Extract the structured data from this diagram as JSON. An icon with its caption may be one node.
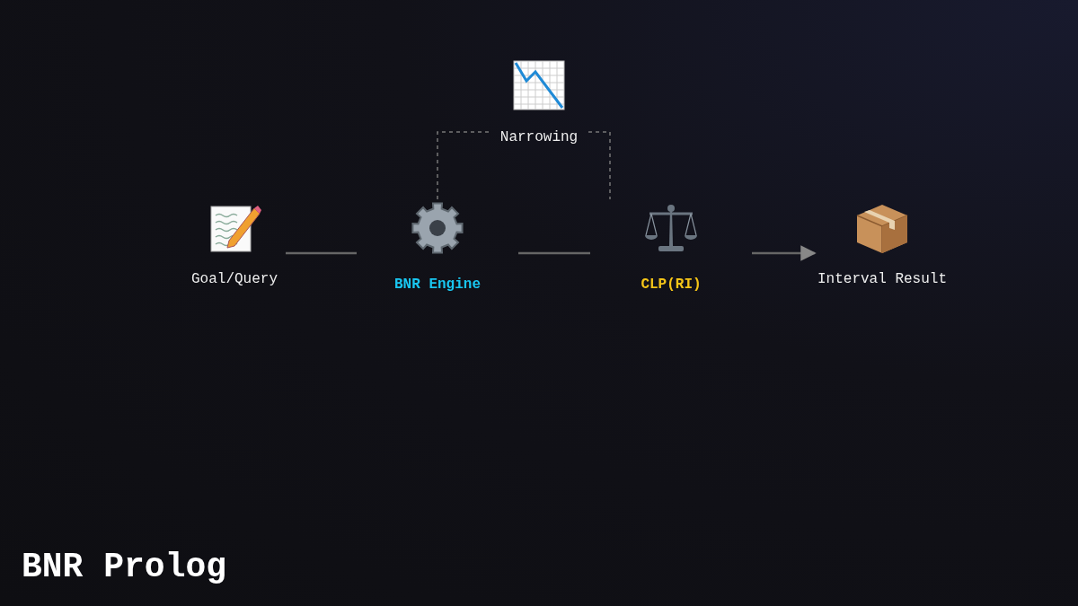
{
  "diagram": {
    "title": "BNR Prolog",
    "nodes": [
      {
        "text": [
          "Narrowing"
        ]
      },
      {
        "text": [
          "Goal/Query"
        ]
      },
      {
        "text": [
          "BNR Engine"
        ]
      },
      {
        "text": [
          "CLP(RI)"
        ]
      },
      {
        "text": [
          "Interval Result"
        ]
      }
    ],
    "edges": [
      {
        "from": 1,
        "to": 2,
        "arrow": "none"
      },
      {
        "from": 2,
        "to": 3,
        "arrow": "none"
      },
      {
        "from": 3,
        "to": 4,
        "arrow": "to"
      },
      {
        "from": 2,
        "to": 0,
        "arrow": "none",
        "style": "dashed"
      },
      {
        "from": 0,
        "to": 3,
        "arrow": "none",
        "style": "dashed"
      }
    ]
  }
}
